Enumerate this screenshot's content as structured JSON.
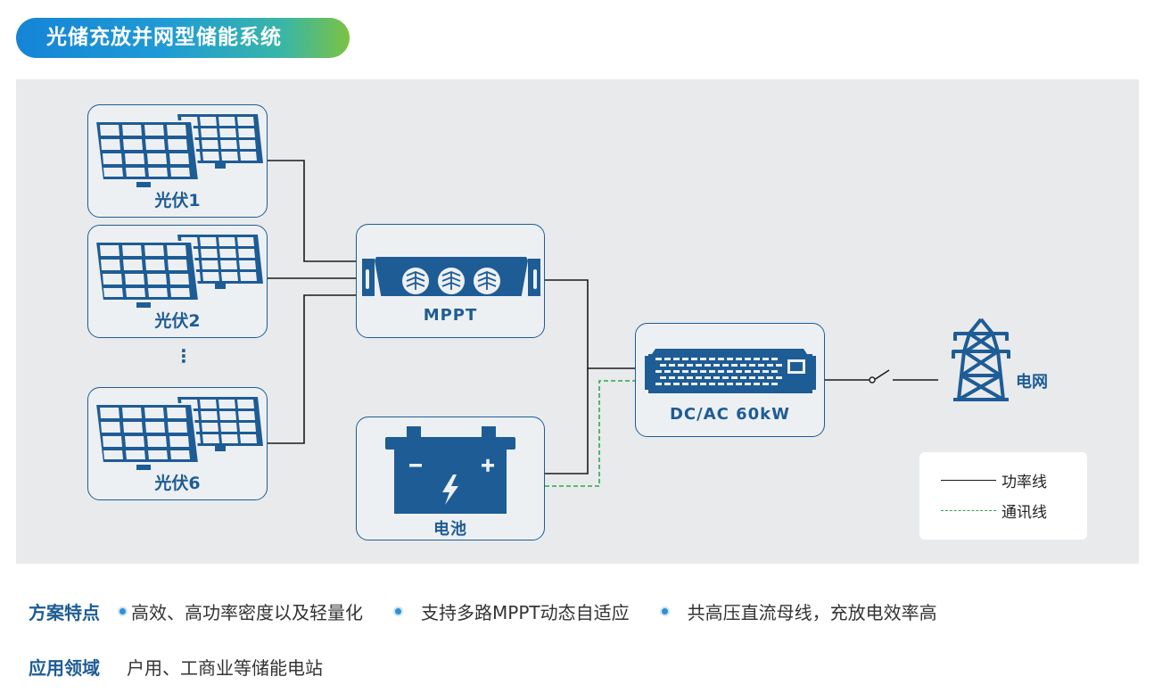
{
  "title": "光储充放并网型储能系统",
  "diagram": {
    "pv_panels": [
      {
        "label": "光伏1"
      },
      {
        "label": "光伏2"
      },
      {
        "label": "光伏6"
      }
    ],
    "ellipsis": "⋮",
    "mppt_label": "MPPT",
    "battery_label": "电池",
    "inverter_label": "DC/AC 60kW",
    "grid_label": "电网",
    "colors": {
      "primary": "#1e5c96",
      "power_line": "#1a1a1a",
      "comm_line": "#2da84a",
      "panel_bg": "#e8eaec"
    }
  },
  "legend": {
    "power_line": "功率线",
    "comm_line": "通讯线"
  },
  "features": {
    "heading": "方案特点",
    "items": [
      "高效、高功率密度以及轻量化",
      "支持多路MPPT动态自适应",
      "共高压直流母线，充放电效率高"
    ]
  },
  "applications": {
    "heading": "应用领域",
    "text": "户用、工商业等储能电站"
  }
}
